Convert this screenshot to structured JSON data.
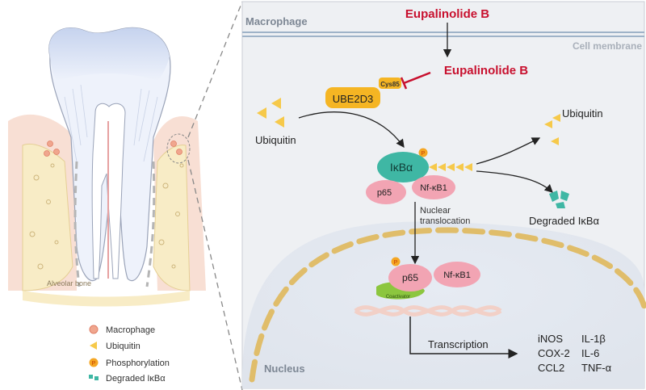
{
  "title": {
    "drug_top": "Eupalinolide B",
    "drug_mid": "Eupalinolide B"
  },
  "cell": {
    "macrophage": "Macrophage",
    "membrane": "Cell membrane",
    "nucleus": "Nucleus"
  },
  "tooth": {
    "alveolar_bone": "Alveolar bone"
  },
  "proteins": {
    "ube2d3": "UBE2D3",
    "cys85": "Cys85",
    "ikba": "IκBα",
    "p65": "p65",
    "nfkb1": "Nf-κB1",
    "p65_nuc": "p65",
    "nfkb1_nuc": "Nf-κB1",
    "coactivator": "Coactivator",
    "phospho": "P"
  },
  "labels": {
    "ubiquitin_left": "Ubiquitin",
    "ubiquitin_right": "Ubiquitin",
    "degraded": "Degraded IκBα",
    "nuclear_translocation_1": "Nuclear",
    "nuclear_translocation_2": "translocation",
    "transcription": "Transcription"
  },
  "genes": [
    [
      "iNOS",
      "IL-1β"
    ],
    [
      "COX-2",
      "IL-6"
    ],
    [
      "CCL2",
      "TNF-α"
    ]
  ],
  "legend": [
    {
      "icon": "macrophage-icon",
      "label": "Macrophage"
    },
    {
      "icon": "ubiquitin-icon",
      "label": "Ubiquitin"
    },
    {
      "icon": "phosphorylation-icon",
      "label": "Phosphorylation"
    },
    {
      "icon": "degraded-icon",
      "label": "Degraded IκBα"
    }
  ],
  "colors": {
    "drug": "#c8102e",
    "ikba": "#3fb7a4",
    "p65": "#f2a4b3",
    "ube2d3": "#f5b523",
    "ubiquitin": "#f6c94a",
    "membrane": "#9fb3c8",
    "panel_bg": "#eef0f3"
  }
}
